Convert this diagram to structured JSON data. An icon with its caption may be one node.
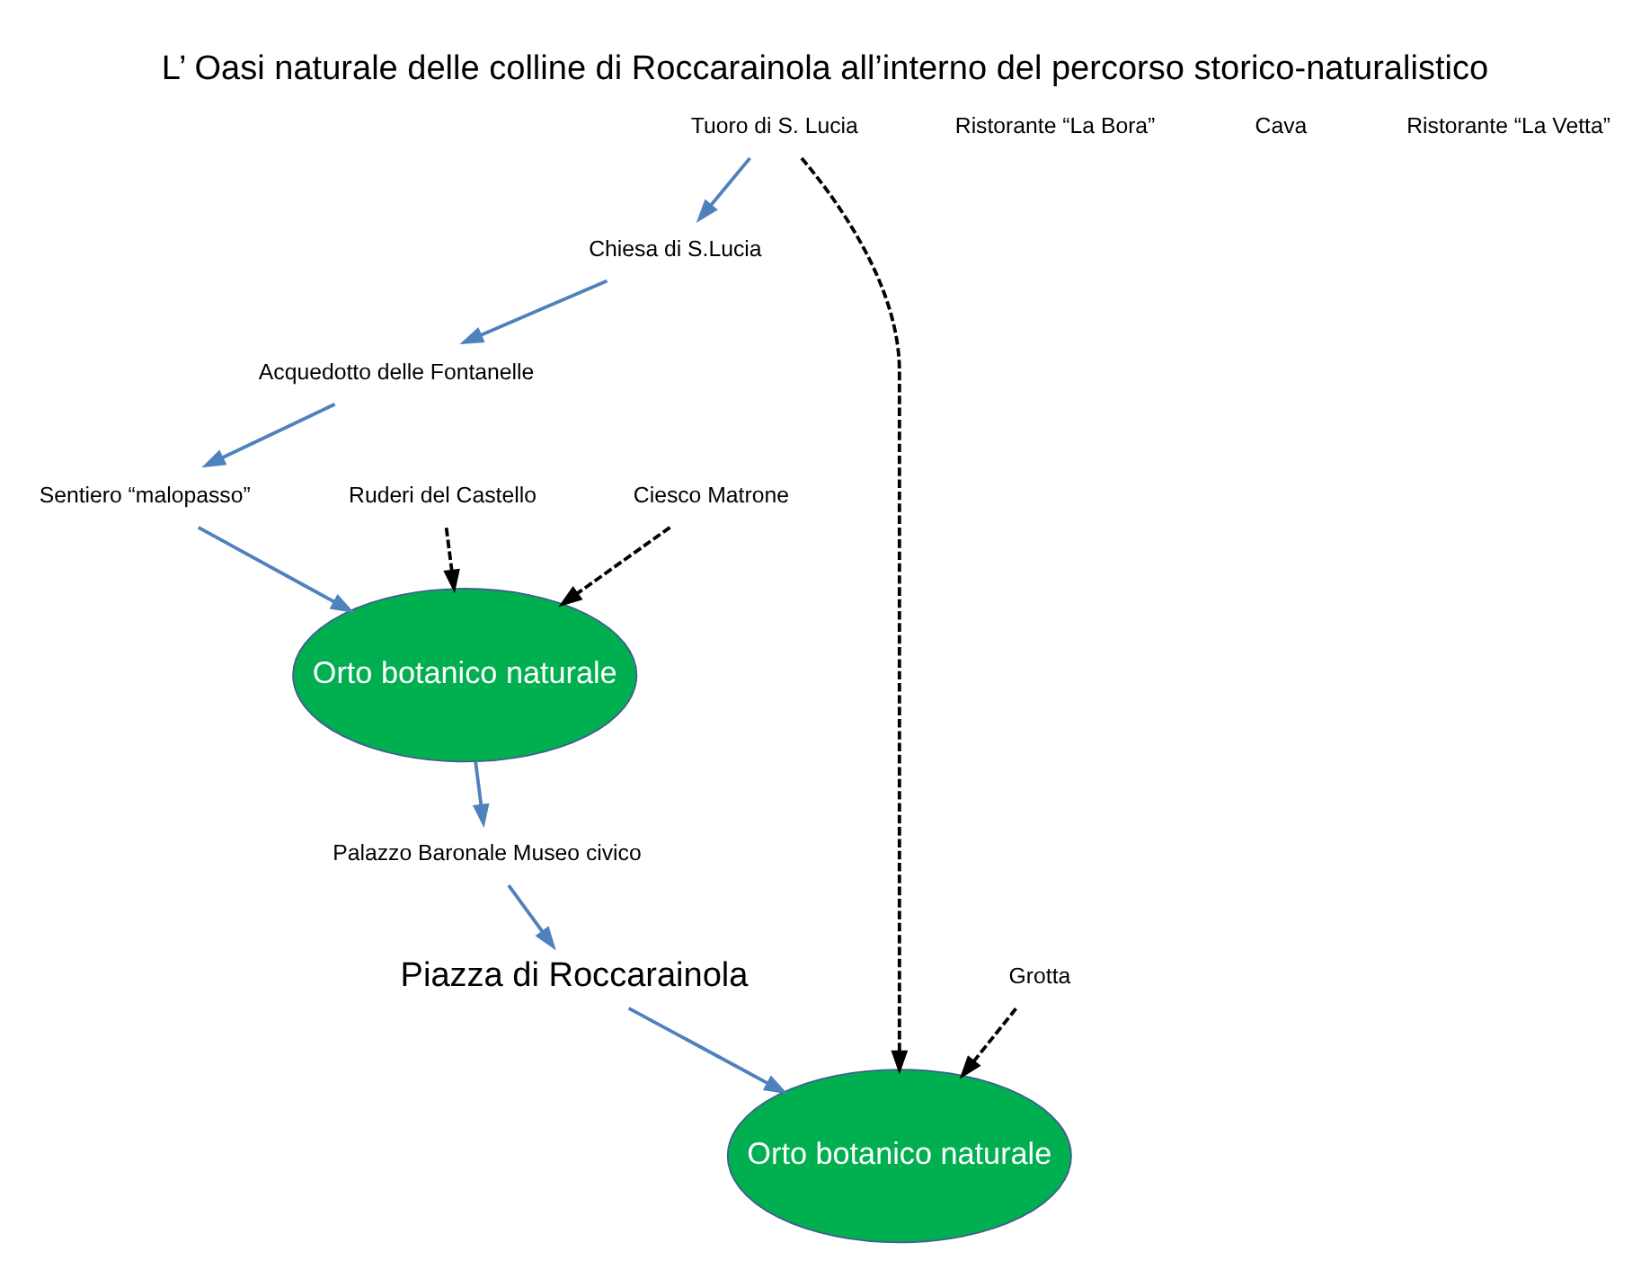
{
  "diagram": {
    "title": "L’ Oasi naturale delle colline di Roccarainola all’interno del percorso storico-naturalistico",
    "nodes": [
      {
        "text": [
          "Acquedotto delle Fontanelle"
        ]
      },
      {
        "text": [
          "Sentiero “malopasso”"
        ]
      },
      {
        "text": [
          "Ruderi del Castello"
        ]
      },
      {
        "text": [
          "Chiesa di S.Lucia"
        ]
      },
      {
        "text": [
          "Orto botanico naturale"
        ]
      },
      {
        "text": [
          "Ciesco Matrone"
        ]
      },
      {
        "text": [
          "Tuoro di S. Lucia"
        ]
      },
      {
        "text": [
          "Grotta"
        ]
      },
      {
        "text": [
          "Orto botanico naturale"
        ]
      },
      {
        "text": [
          "Palazzo Baronale Museo civico"
        ]
      },
      {
        "text": [
          "Piazza di Roccarainola"
        ]
      }
    ],
    "edges": [
      {
        "from": 3,
        "to": 0,
        "arrow": "to"
      },
      {
        "from": 0,
        "to": 1,
        "arrow": "to"
      },
      {
        "from": 1,
        "to": 4,
        "arrow": "to"
      },
      {
        "from": 2,
        "to": 4,
        "arrow": "to",
        "style": "dashed",
        "color": "#000000"
      },
      {
        "from": 5,
        "to": 4,
        "arrow": "to",
        "style": "dashed",
        "color": "#000000"
      },
      {
        "from": 4,
        "to": 9,
        "arrow": "to"
      },
      {
        "from": 9,
        "to": 10,
        "arrow": "to"
      },
      {
        "from": 10,
        "to": 8,
        "arrow": "to"
      },
      {
        "from": 7,
        "to": 8,
        "arrow": "to",
        "style": "dashed",
        "color": "#000000"
      },
      {
        "from": 6,
        "to": 8,
        "arrow": "to",
        "style": "dashed",
        "color": "#000000"
      },
      {
        "from": 6,
        "to": 3,
        "arrow": "to"
      }
    ],
    "labels": [
      "Ristorante “La Bora”",
      "Cava",
      "Ristorante “La Vetta”"
    ]
  }
}
